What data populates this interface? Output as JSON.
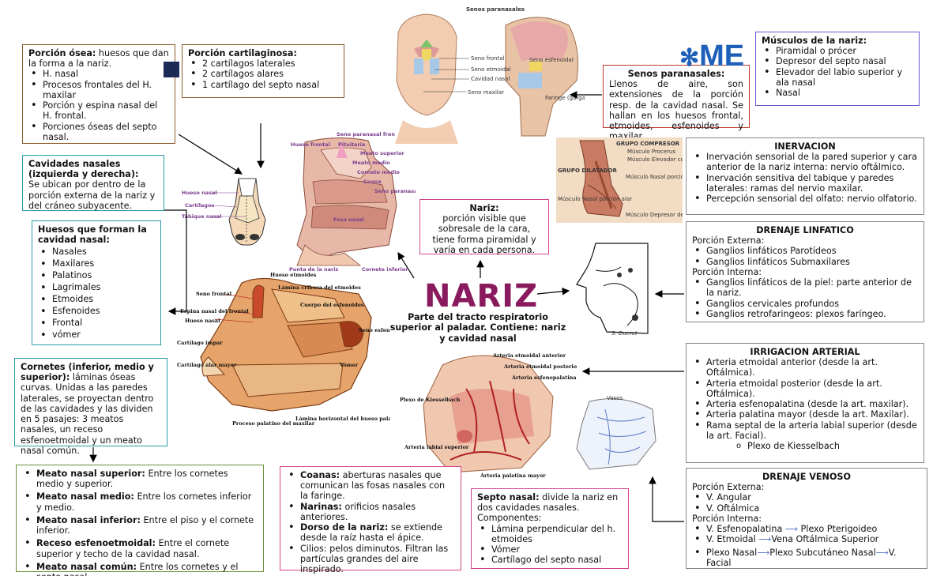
{
  "porcion_osea": {
    "title": "Porción ósea:",
    "text": " huesos que dan la forma a la nariz.",
    "items": [
      "H. nasal",
      "Procesos frontales del H. maxilar",
      "Porción y espina nasal del H. frontal.",
      "Porciones óseas del septo nasal."
    ]
  },
  "porcion_cartilaginosa": {
    "title": "Porción cartilaginosa:",
    "items": [
      "2 cartílagos laterales",
      "2 cartílagos alares",
      "1 cartílago del septo nasal"
    ]
  },
  "cavidades": {
    "title": "Cavidades nasales (izquierda y derecha):",
    "text": "Se ubican por dentro de la porción externa de la nariz y del cráneo subyacente."
  },
  "huesos": {
    "title": "Huesos que forman la cavidad nasal:",
    "items": [
      "Nasales",
      "Maxilares",
      "Palatinos",
      "Lagrimales",
      "Etmoides",
      "Esfenoides",
      "Frontal",
      "vómer"
    ]
  },
  "cornetes": {
    "title": "Cornetes (inferior, medio y superior):",
    "text": " láminas óseas curvas. Unidas a las paredes laterales, se proyectan dentro de las cavidades y las dividen en 5 pasajes: 3 meatos nasales, un receso esfenoetmoidal y un meato nasal común."
  },
  "meatos": {
    "items": [
      {
        "t": "Meato nasal superior:",
        "d": " Entre los cornetes medio y superior."
      },
      {
        "t": "Meato nasal medio:",
        "d": " Entre los cornetes inferior y medio."
      },
      {
        "t": "Meato nasal inferior:",
        "d": " Entre el piso y el cornete inferior."
      },
      {
        "t": "Receso esfenoetmoidal:",
        "d": " Entre el cornete superior y techo de la cavidad nasal."
      },
      {
        "t": "Meato nasal común:",
        "d": " Entre los cornetes y el septo nasal."
      }
    ]
  },
  "componentes": {
    "items": [
      {
        "t": "Coanas:",
        "d": " aberturas nasales que comunican las fosas nasales con la faringe."
      },
      {
        "t": "Narinas:",
        "d": " orificios nasales anteriores."
      },
      {
        "t": "Dorso de la nariz:",
        "d": " se extiende desde la raíz hasta el ápice."
      },
      {
        "t": "",
        "d": "Cilios: pelos diminutos. Filtran las partículas grandes del aire inspirado."
      }
    ]
  },
  "septo": {
    "title": "Septo nasal:",
    "text": " divide la nariz en dos cavidades nasales. Componentes:",
    "items": [
      "Lámina perpendicular del h. etmoides",
      "Vómer",
      "Cartílago del septo nasal"
    ]
  },
  "nariz_def": {
    "title": "Nariz:",
    "text": "porción visible que sobresale de la cara, tiene forma piramidal y varía en cada persona."
  },
  "center": {
    "title": "NARIZ",
    "subtitle": "Parte del tracto respiratorio superior al paladar. Contiene: nariz y cavidad nasal"
  },
  "senos": {
    "title": "Senos paranasales:",
    "text": "Llenos de aire, son extensiones de la porción resp. de la cavidad nasal. Se hallan en los huesos frontal, etmoides, esfenoides y maxilar."
  },
  "musculos": {
    "title": "Músculos de la nariz:",
    "items": [
      "Piramidal o prócer",
      "Depresor del septo nasal",
      "Elevador del labio superior y ala nasal",
      "Nasal"
    ]
  },
  "inervacion": {
    "title": "INERVACION",
    "items": [
      "Inervación sensorial de la pared superior y cara anterior de la nariz interna: nervio oftálmico.",
      "Inervación sensitiva del tabique y paredes laterales: ramas del nervio maxilar.",
      "Percepción sensorial del olfato: nervio olfatorio."
    ]
  },
  "linfatico": {
    "title": "DRENAJE LINFATICO",
    "externa": "Porción Externa:",
    "externa_items": [
      "Ganglios linfáticos Parotídeos",
      "Ganglios linfáticos Submaxilares"
    ],
    "interna": "Porción Interna:",
    "interna_items": [
      "Ganglios linfáticos de la piel: parte anterior de la nariz.",
      "Ganglios cervicales profundos",
      "Ganglios retrofaringeos: plexos faríngeo."
    ]
  },
  "irrigacion": {
    "title": "IRRIGACION ARTERIAL",
    "items": [
      "Arteria etmoidal anterior (desde la art. Oftálmica).",
      "Arteria etmoidal posterior (desde la art. Oftálmica).",
      "Arteria esfenopalatina (desde la art. maxilar).",
      "Arteria palatina mayor (desde la art. Maxilar).",
      "Rama septal de la arteria labial superior (desde la art. Facial)."
    ],
    "sub": "Plexo de Kiesselbach"
  },
  "venoso": {
    "title": "DRENAJE VENOSO",
    "externa": "Porción Externa:",
    "externa_items": [
      "V. Angular",
      "V. Oftálmica"
    ],
    "interna": "Porción Interna:",
    "chain1": [
      "V. Esfenopalatina",
      "Plexo Pterigoideo"
    ],
    "chain2": [
      "V. Etmoidal",
      "Vena Oftálmica Superior"
    ],
    "chain3": [
      "Plexo Nasal",
      "Plexo Subcutáneo Nasal",
      "V. Facial"
    ]
  },
  "fig_senos": {
    "title": "Senos paranasales",
    "labels": [
      "Seno frontal",
      "Seno etmoidal",
      "Cavidad nasal",
      "Seno maxilar",
      "Seno esfenoidal",
      "Faringe (garganta)"
    ]
  },
  "fig_cart": {
    "labels": [
      "Hueso nasal",
      "Cartílagos",
      "Tabique nasal"
    ]
  },
  "fig_sagital": {
    "labels": [
      "Seno paranasal fron",
      "Hueso frontal",
      "Pituitaria",
      "Meato superior",
      "Meato medio",
      "Cornete medio",
      "Coana",
      "Seno paranasal esfenoidal",
      "Fosa nasal",
      "Punta de la nariz",
      "Cornete inferior"
    ]
  },
  "fig_bone": {
    "labels": [
      "Hueso etmoides",
      "Lámina cribosa del etmoides",
      "Seno frontal",
      "Cuerpo del esfenoides",
      "Espina nasal del frontal",
      "Hueso nasal",
      "Seno esfenoidal",
      "Cartílago impar",
      "Cartílago alar mayor",
      "Vómer",
      "Proceso palatino del maxilar",
      "Lámina horizontal del hueso palatino"
    ]
  },
  "fig_art": {
    "labels": [
      "Arteria etmoidal anterior",
      "Arteria etmoidal posterior",
      "Arteria esfenopalatina",
      "Plexo de Kiesselbach",
      "Arteria labial superior",
      "Arteria palatina mayor"
    ]
  },
  "fig_muscle": {
    "labels": [
      "GRUPO COMPRESOR",
      "Músculo Procerus",
      "Músculo Elevador común del Labio superior y del Ala",
      "GRUPO DILATADOR",
      "Músculo Nasal porción transversal",
      "Músculo Nasal porción alar",
      "Músculo Depresor del septo"
    ]
  },
  "fig_face": {
    "credit": "S. Ducret"
  },
  "logo": "ME",
  "colors": {
    "title": "#8a1a5e",
    "brown": "#8b5a2b",
    "teal": "#2a9aa8",
    "green": "#6b8e3a",
    "pink": "#d6438a",
    "purple": "#6a5acd",
    "red": "#c0392b"
  }
}
